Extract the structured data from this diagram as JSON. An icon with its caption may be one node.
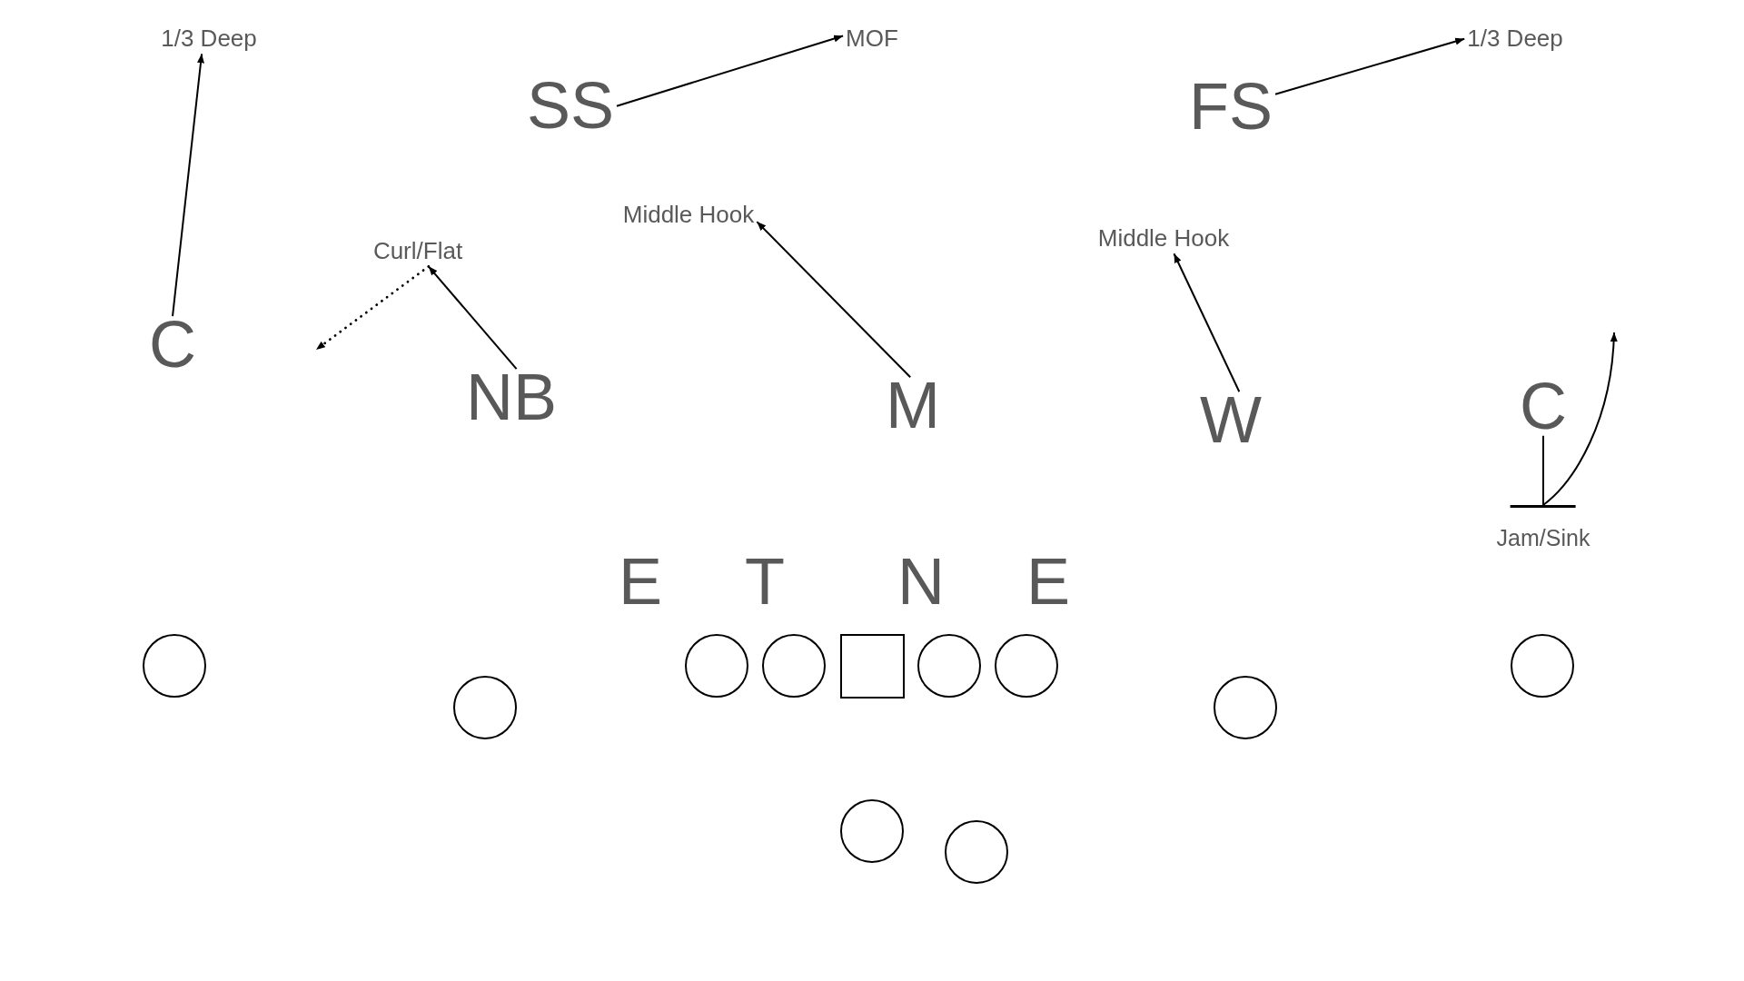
{
  "diagram": {
    "nodes": [
      {
        "text": [
          "1/3 Deep"
        ]
      },
      {
        "text": [
          "MOF"
        ]
      },
      {
        "text": [
          "1/3 Deep"
        ]
      },
      {
        "text": [
          "SS"
        ]
      },
      {
        "text": [
          "FS"
        ]
      },
      {
        "text": [
          "Curl/Flat"
        ]
      },
      {
        "text": [
          "Middle Hook"
        ]
      },
      {
        "text": [
          "Middle Hook"
        ]
      },
      {
        "text": [
          "C"
        ]
      },
      {
        "text": [
          "NB"
        ]
      },
      {
        "text": [
          "M"
        ]
      },
      {
        "text": [
          "W"
        ]
      },
      {
        "text": [
          "C"
        ]
      },
      {
        "text": [],
        "shape": "bar",
        "beside": [
          "Jam/Sink"
        ]
      },
      {
        "text": [],
        "shape": "circle"
      },
      {
        "text": [],
        "shape": "circle"
      },
      {
        "text": [],
        "shape": "circle"
      },
      {
        "text": [],
        "shape": "circle"
      },
      {
        "text": [],
        "shape": "box"
      },
      {
        "text": [],
        "shape": "circle"
      },
      {
        "text": [],
        "shape": "circle"
      },
      {
        "text": [],
        "shape": "circle"
      },
      {
        "text": [],
        "shape": "circle"
      },
      {
        "text": [],
        "shape": "circle"
      },
      {
        "text": [],
        "shape": "circle"
      }
    ],
    "edges": [
      {
        "from": 8,
        "to": 0,
        "arrow": "to"
      },
      {
        "from": 3,
        "to": 1,
        "arrow": "to"
      },
      {
        "from": 4,
        "to": 2,
        "arrow": "to"
      },
      {
        "from": 9,
        "to": 5,
        "arrow": "to"
      },
      {
        "from": 5,
        "to": null,
        "arrow": "to",
        "style": "dashed"
      },
      {
        "from": 10,
        "to": 6,
        "arrow": "to"
      },
      {
        "from": 11,
        "to": 7,
        "arrow": "to"
      },
      {
        "from": 12,
        "to": 13,
        "arrow": "none"
      },
      {
        "from": 13,
        "to": null,
        "arrow": "to"
      }
    ],
    "labels": [
      "E",
      "T",
      "N",
      "E"
    ]
  }
}
